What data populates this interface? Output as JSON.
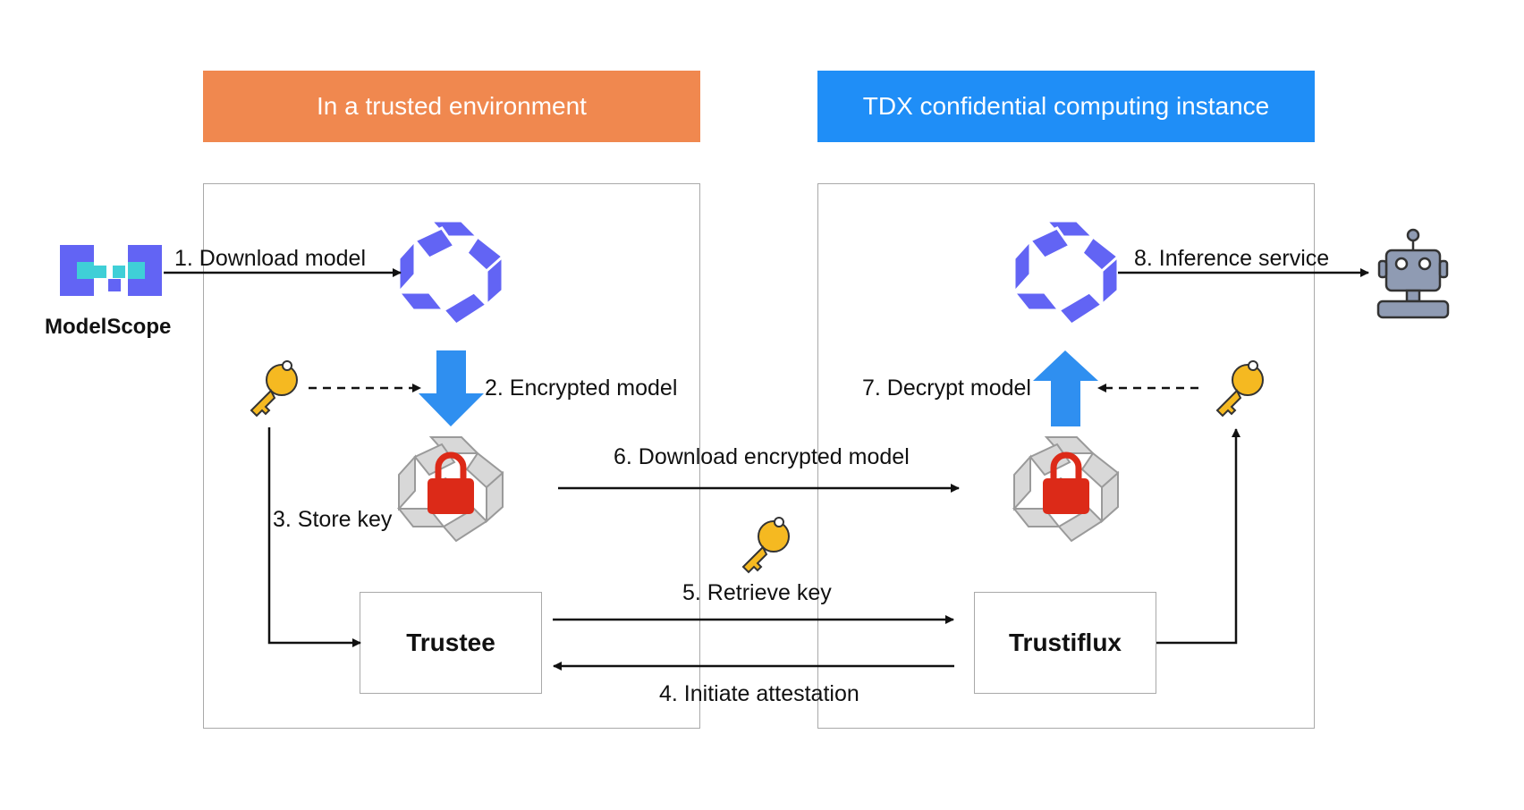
{
  "colors": {
    "trusted_header": "#f0884f",
    "tdx_header": "#1f8ef7",
    "model": "#6264f4",
    "lock": "#dc2a18",
    "key": "#f5b921",
    "arrow_fill": "#2f8ff0"
  },
  "headers": {
    "left": "In a trusted environment",
    "right": "TDX confidential computing instance"
  },
  "modelscope": {
    "label": "ModelScope",
    "icon": "modelscope-logo-icon"
  },
  "nodes": {
    "trustee": "Trustee",
    "trustiflux": "Trustiflux"
  },
  "steps": {
    "s1": "1. Download model",
    "s2": "2. Encrypted model",
    "s3": "3. Store key",
    "s4": "4. Initiate attestation",
    "s5": "5. Retrieve key",
    "s6": "6. Download encrypted model",
    "s7": "7. Decrypt model",
    "s8": "8. Inference service"
  },
  "icons": [
    "model-icon",
    "encrypted-model-icon",
    "key-icon",
    "robot-icon"
  ]
}
